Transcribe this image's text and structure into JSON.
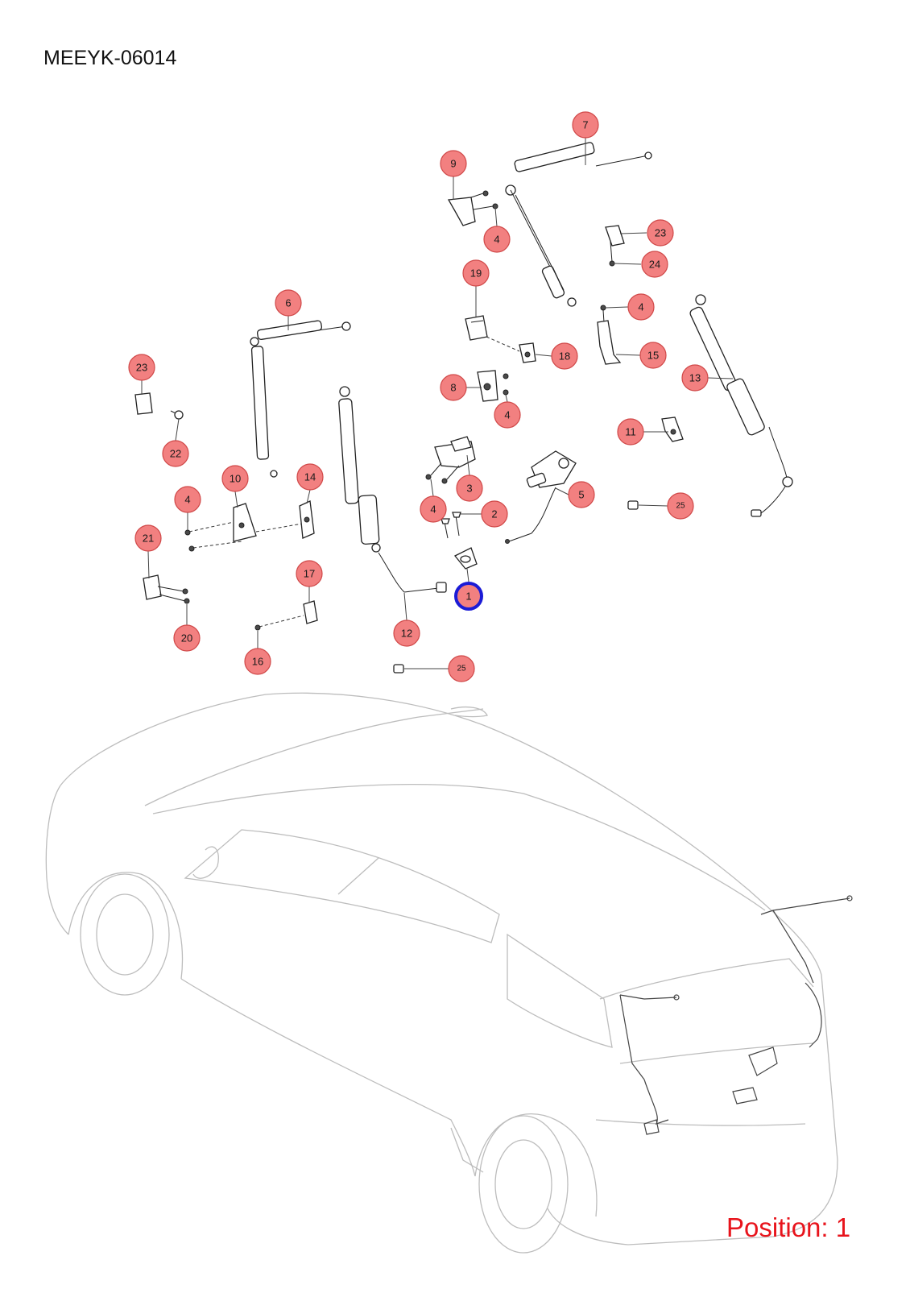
{
  "header": {
    "diagram_code": "MEEYK-06014"
  },
  "footer": {
    "position_label": "Position: 1"
  },
  "selected_position": "1",
  "colors": {
    "callout_fill": "#f28080",
    "highlight_ring": "#1b1bd6",
    "position_text": "#e8141c"
  },
  "callouts": [
    {
      "label": "7"
    },
    {
      "label": "9"
    },
    {
      "label": "4"
    },
    {
      "label": "23"
    },
    {
      "label": "24"
    },
    {
      "label": "19"
    },
    {
      "label": "6"
    },
    {
      "label": "4"
    },
    {
      "label": "15"
    },
    {
      "label": "18"
    },
    {
      "label": "23"
    },
    {
      "label": "13"
    },
    {
      "label": "8"
    },
    {
      "label": "4"
    },
    {
      "label": "22"
    },
    {
      "label": "11"
    },
    {
      "label": "3"
    },
    {
      "label": "5"
    },
    {
      "label": "10"
    },
    {
      "label": "14"
    },
    {
      "label": "4"
    },
    {
      "label": "4"
    },
    {
      "label": "2"
    },
    {
      "label": "25"
    },
    {
      "label": "21"
    },
    {
      "label": "17"
    },
    {
      "label": "1"
    },
    {
      "label": "20"
    },
    {
      "label": "12"
    },
    {
      "label": "16"
    },
    {
      "label": "25"
    }
  ]
}
